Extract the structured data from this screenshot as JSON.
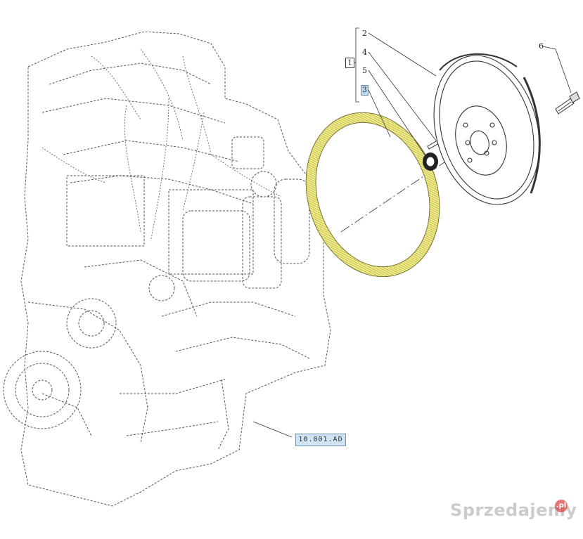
{
  "diagram": {
    "group_label": "1",
    "callouts": [
      "2",
      "4",
      "5",
      "3",
      "6"
    ],
    "highlighted_callout": "3",
    "reference_code": "10.001.AD",
    "highlight_color": "#f3ee86",
    "reference_box_color": "#cfe3f3"
  },
  "watermark": {
    "text": "Sprzedajemy",
    "badge": ".pl"
  }
}
